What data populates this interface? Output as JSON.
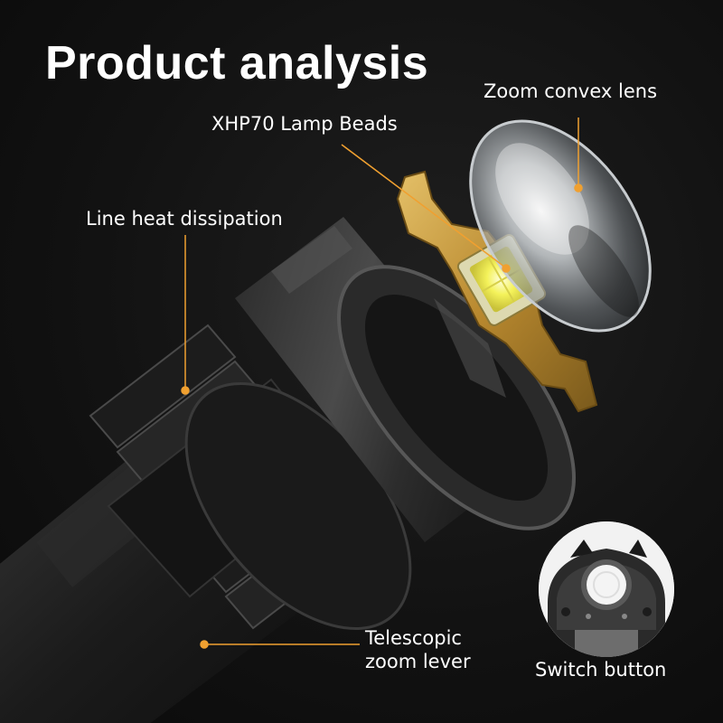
{
  "title": "Product analysis",
  "labels": {
    "zoom_lens": "Zoom convex lens",
    "lamp_beads": "XHP70 Lamp Beads",
    "heat_dissipation": "Line heat dissipation",
    "zoom_lever_line1": "Telescopic",
    "zoom_lever_line2": "zoom lever",
    "switch_button": "Switch button"
  },
  "colors": {
    "background": "#111111",
    "callout_line": "#f0a030",
    "text": "#ffffff",
    "led_yellow": "#f4f25a",
    "copper": "#c79a3e"
  }
}
